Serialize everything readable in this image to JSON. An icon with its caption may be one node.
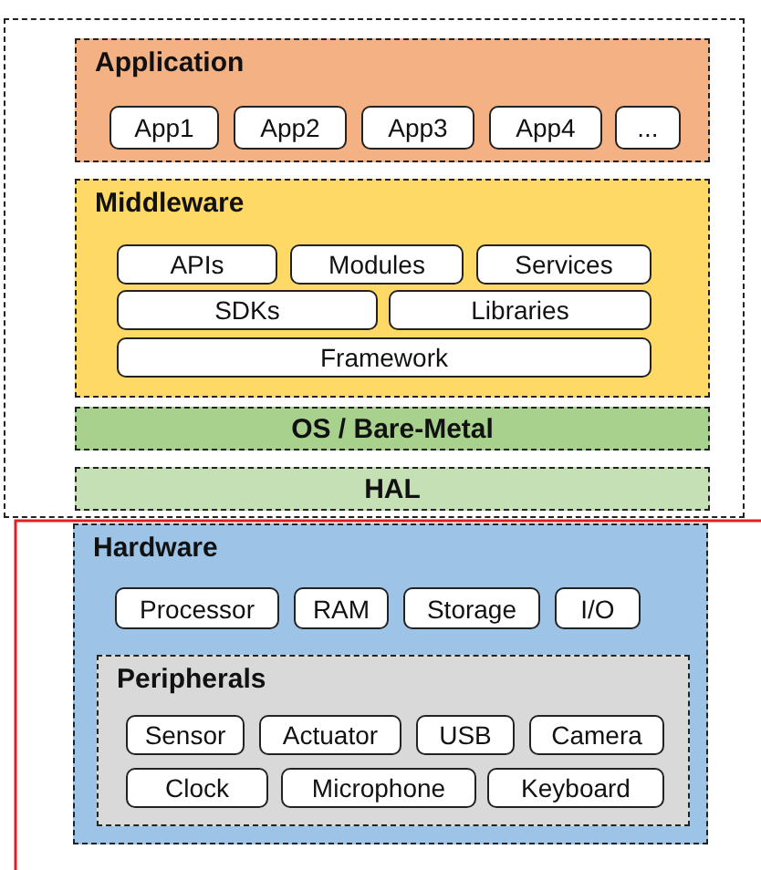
{
  "diagram": {
    "nodes": [
      {
        "text": [],
        "shape": "box"
      },
      {
        "text": [
          "Application"
        ],
        "in": 0
      },
      {
        "text": [
          "App1"
        ],
        "in": 1
      },
      {
        "text": [
          "App2"
        ],
        "in": 1
      },
      {
        "text": [
          "App3"
        ],
        "in": 1
      },
      {
        "text": [
          "App4"
        ],
        "in": 1
      },
      {
        "text": [
          "..."
        ],
        "in": 1
      },
      {
        "text": [
          "Middleware"
        ],
        "in": 0
      },
      {
        "text": [
          "APIs"
        ],
        "in": 7
      },
      {
        "text": [
          "Modules"
        ],
        "in": 7
      },
      {
        "text": [
          "Services"
        ],
        "in": 7
      },
      {
        "text": [
          "SDKs"
        ],
        "in": 7
      },
      {
        "text": [
          "Libraries"
        ],
        "in": 7
      },
      {
        "text": [
          "Framework"
        ],
        "in": 7
      },
      {
        "text": [
          "OS / Bare-Metal"
        ],
        "in": 0
      },
      {
        "text": [
          "HAL"
        ],
        "in": 0
      },
      {
        "text": [
          "Hardware"
        ]
      },
      {
        "text": [
          "Processor"
        ],
        "in": 16
      },
      {
        "text": [
          "RAM"
        ],
        "in": 16
      },
      {
        "text": [
          "Storage"
        ],
        "in": 16
      },
      {
        "text": [
          "I/O"
        ],
        "in": 16
      },
      {
        "text": [
          "Peripherals"
        ],
        "in": 16
      },
      {
        "text": [
          "Sensor"
        ],
        "in": 21
      },
      {
        "text": [
          "Actuator"
        ],
        "in": 21
      },
      {
        "text": [
          "USB"
        ],
        "in": 21
      },
      {
        "text": [
          "Camera"
        ],
        "in": 21
      },
      {
        "text": [
          "Clock"
        ],
        "in": 21
      },
      {
        "text": [
          "Microphone"
        ],
        "in": 21
      },
      {
        "text": [
          "Keyboard"
        ],
        "in": 21
      }
    ]
  }
}
